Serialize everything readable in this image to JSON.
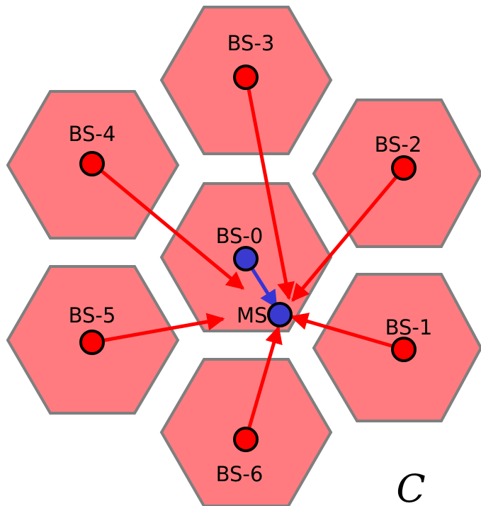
{
  "diagram": {
    "corner_letter": "C",
    "colors": {
      "cell_fill": "#ff7b7f",
      "cell_stroke": "#7f7f7f",
      "interfering_link": "#ff0000",
      "serving_link": "#3535d6",
      "interfering_bs": "#ff0000",
      "serving_node": "#3a3ad0"
    },
    "base_stations": [
      {
        "id": "BS-0",
        "label": "BS-0",
        "role": "serving"
      },
      {
        "id": "BS-1",
        "label": "BS-1",
        "role": "interferer"
      },
      {
        "id": "BS-2",
        "label": "BS-2",
        "role": "interferer"
      },
      {
        "id": "BS-3",
        "label": "BS-3",
        "role": "interferer"
      },
      {
        "id": "BS-4",
        "label": "BS-4",
        "role": "interferer"
      },
      {
        "id": "BS-5",
        "label": "BS-5",
        "role": "interferer"
      },
      {
        "id": "BS-6",
        "label": "BS-6",
        "role": "interferer"
      }
    ],
    "mobile_station": {
      "id": "MS",
      "label": "MS"
    },
    "links": [
      {
        "from": "BS-0",
        "to": "MS",
        "type": "serving"
      },
      {
        "from": "BS-1",
        "to": "MS",
        "type": "interference"
      },
      {
        "from": "BS-2",
        "to": "MS",
        "type": "interference"
      },
      {
        "from": "BS-3",
        "to": "MS",
        "type": "interference"
      },
      {
        "from": "BS-4",
        "to": "MS",
        "type": "interference"
      },
      {
        "from": "BS-5",
        "to": "MS",
        "type": "interference"
      },
      {
        "from": "BS-6",
        "to": "MS",
        "type": "interference"
      }
    ]
  }
}
